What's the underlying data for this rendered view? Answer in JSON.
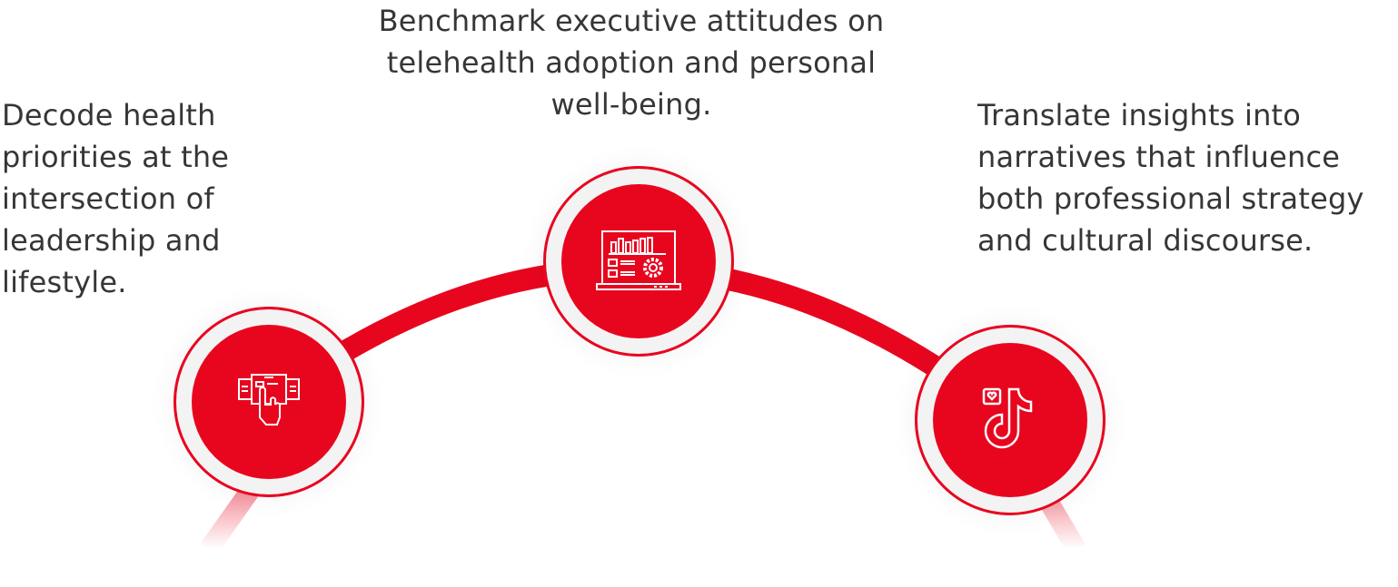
{
  "colors": {
    "accent": "#e8061f",
    "text": "#363636"
  },
  "steps": [
    {
      "text": "Decode health priorities at the intersection of leadership and lifestyle.",
      "icon": "touch-screen-icon"
    },
    {
      "text": "Benchmark executive attitudes on telehealth adoption and personal well-being.",
      "icon": "laptop-analytics-icon"
    },
    {
      "text": "Translate insights into narratives that influence both professional strategy and cultural discourse.",
      "icon": "tiktok-icon"
    }
  ]
}
